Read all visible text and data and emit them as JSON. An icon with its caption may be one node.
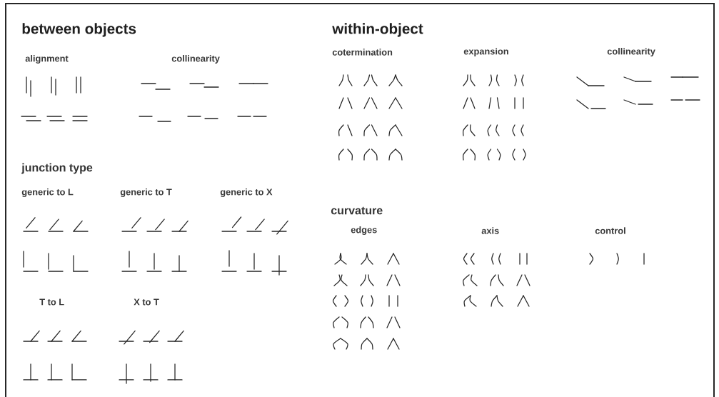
{
  "diagram": {
    "labels": [
      "between objects",
      "within-object",
      "cotermination",
      "expansion",
      "collinearity",
      "alignment",
      "collinearity",
      "junction type",
      "generic to L",
      "generic to T",
      "generic to X",
      "curvature",
      "edges",
      "axis",
      "control",
      "T to L",
      "X to T"
    ]
  }
}
